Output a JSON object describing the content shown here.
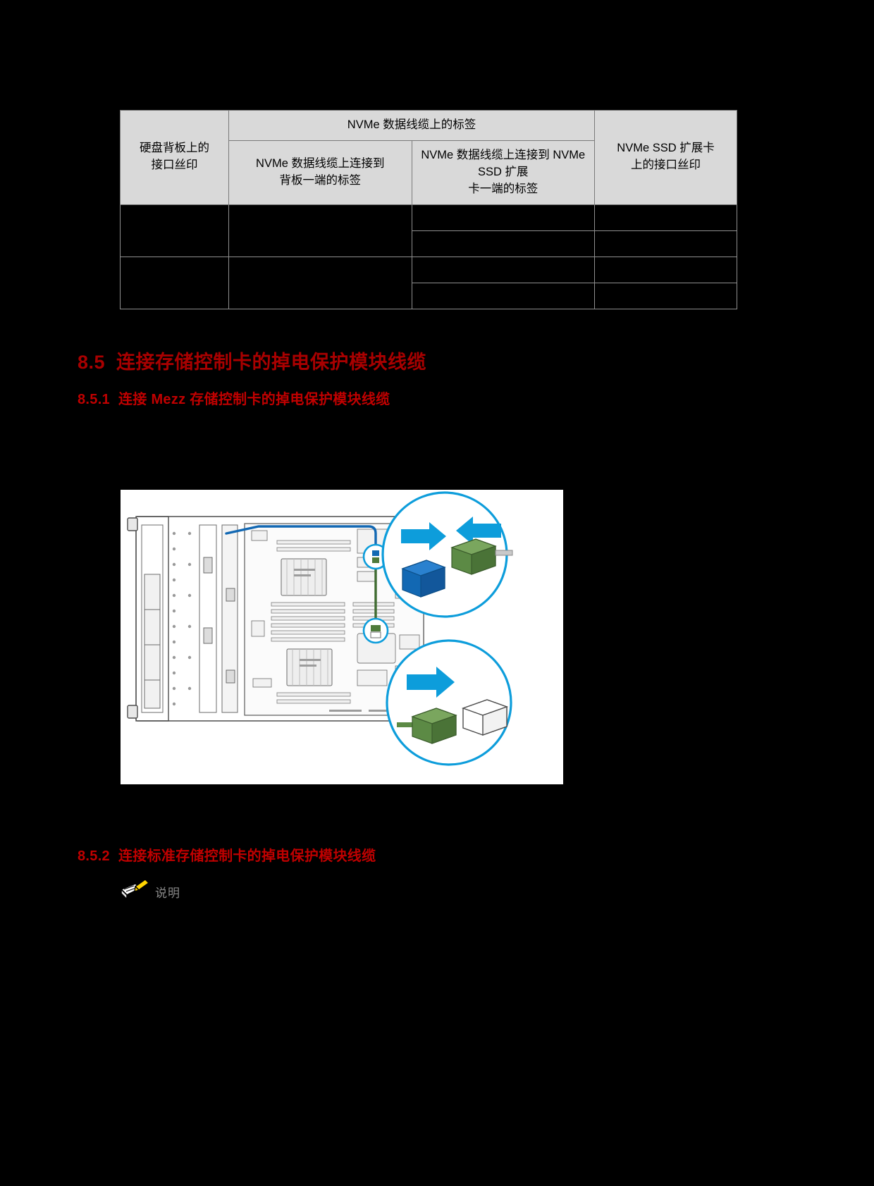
{
  "table": {
    "name": "nvme-cable-label-table",
    "header": {
      "col1": "硬盘背板上的\n接口丝印",
      "group_title": "NVMe 数据线缆上的标签",
      "col2": "NVMe 数据线缆上连接到\n背板一端的标签",
      "col3": "NVMe 数据线缆上连接到 NVMe SSD 扩展\n卡一端的标签",
      "col4": "NVMe SSD 扩展卡\n上的接口丝印"
    },
    "header_lines": {
      "col1_line1": "硬盘背板上的",
      "col1_line2": "接口丝印",
      "group_title": "NVMe 数据线缆上的标签",
      "col2_line1": "NVMe 数据线缆上连接到",
      "col2_line2": "背板一端的标签",
      "col3_line1": "NVMe 数据线缆上连接到 NVMe SSD 扩展",
      "col3_line2": "卡一端的标签",
      "col4_line1": "NVMe SSD 扩展卡",
      "col4_line2": "上的接口丝印"
    },
    "rows": [
      {
        "cells": [
          "",
          "",
          "",
          ""
        ]
      },
      {
        "cells": [
          "",
          "",
          "",
          ""
        ]
      },
      {
        "cells": [
          "",
          "",
          "",
          ""
        ]
      },
      {
        "cells": [
          "",
          "",
          "",
          ""
        ]
      }
    ]
  },
  "headings": {
    "h2": {
      "number": "8.5",
      "text": "连接存储控制卡的掉电保护模块线缆"
    },
    "h3_1": {
      "number": "8.5.1",
      "text": "连接 Mezz 存储控制卡的掉电保护模块线缆"
    },
    "h3_2": {
      "number": "8.5.2",
      "text": "连接标准存储控制卡的掉电保护模块线缆"
    }
  },
  "figure": {
    "name": "mezz-supercap-cable-routing-diagram",
    "alt": "服务器主板俯视图，蓝色线缆走线与两处放大圆圈示意图"
  },
  "note": {
    "icon": "note-pencil-icon",
    "label": "说明"
  },
  "colors": {
    "page_background": "#000000",
    "heading_red": "#a80000",
    "subheading_red": "#c00000",
    "table_header_fill": "#d9d9d9",
    "table_border": "#8f8f8f",
    "figure_background": "#ffffff",
    "accent_blue": "#0d9ddb",
    "connector_blue": "#1268b3",
    "connector_green": "#4e7a3a",
    "note_label_gray": "#8a8a8a"
  }
}
